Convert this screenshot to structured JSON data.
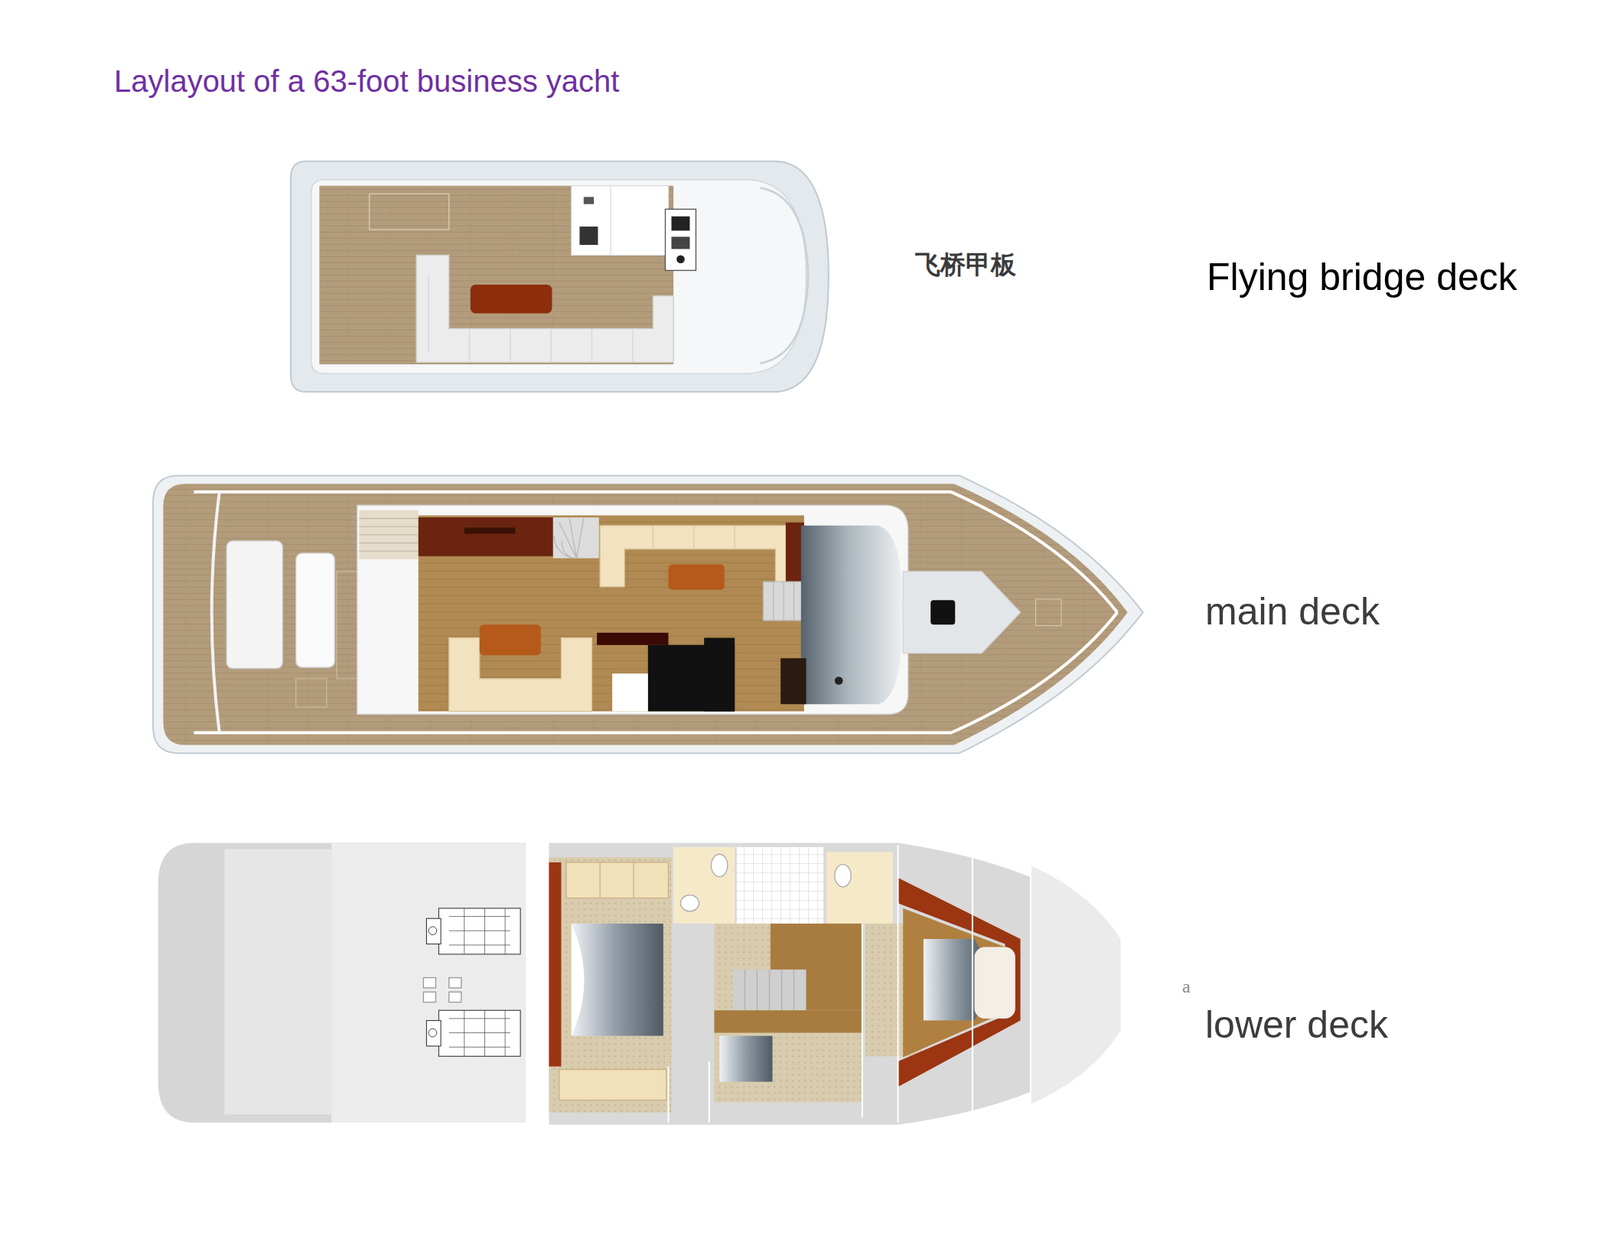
{
  "diagram": {
    "title": "Laylayout of a 63-foot business yacht",
    "labels": [
      "飞桥甲板",
      "Flying bridge deck",
      "main deck",
      "a",
      "lower deck"
    ]
  }
}
